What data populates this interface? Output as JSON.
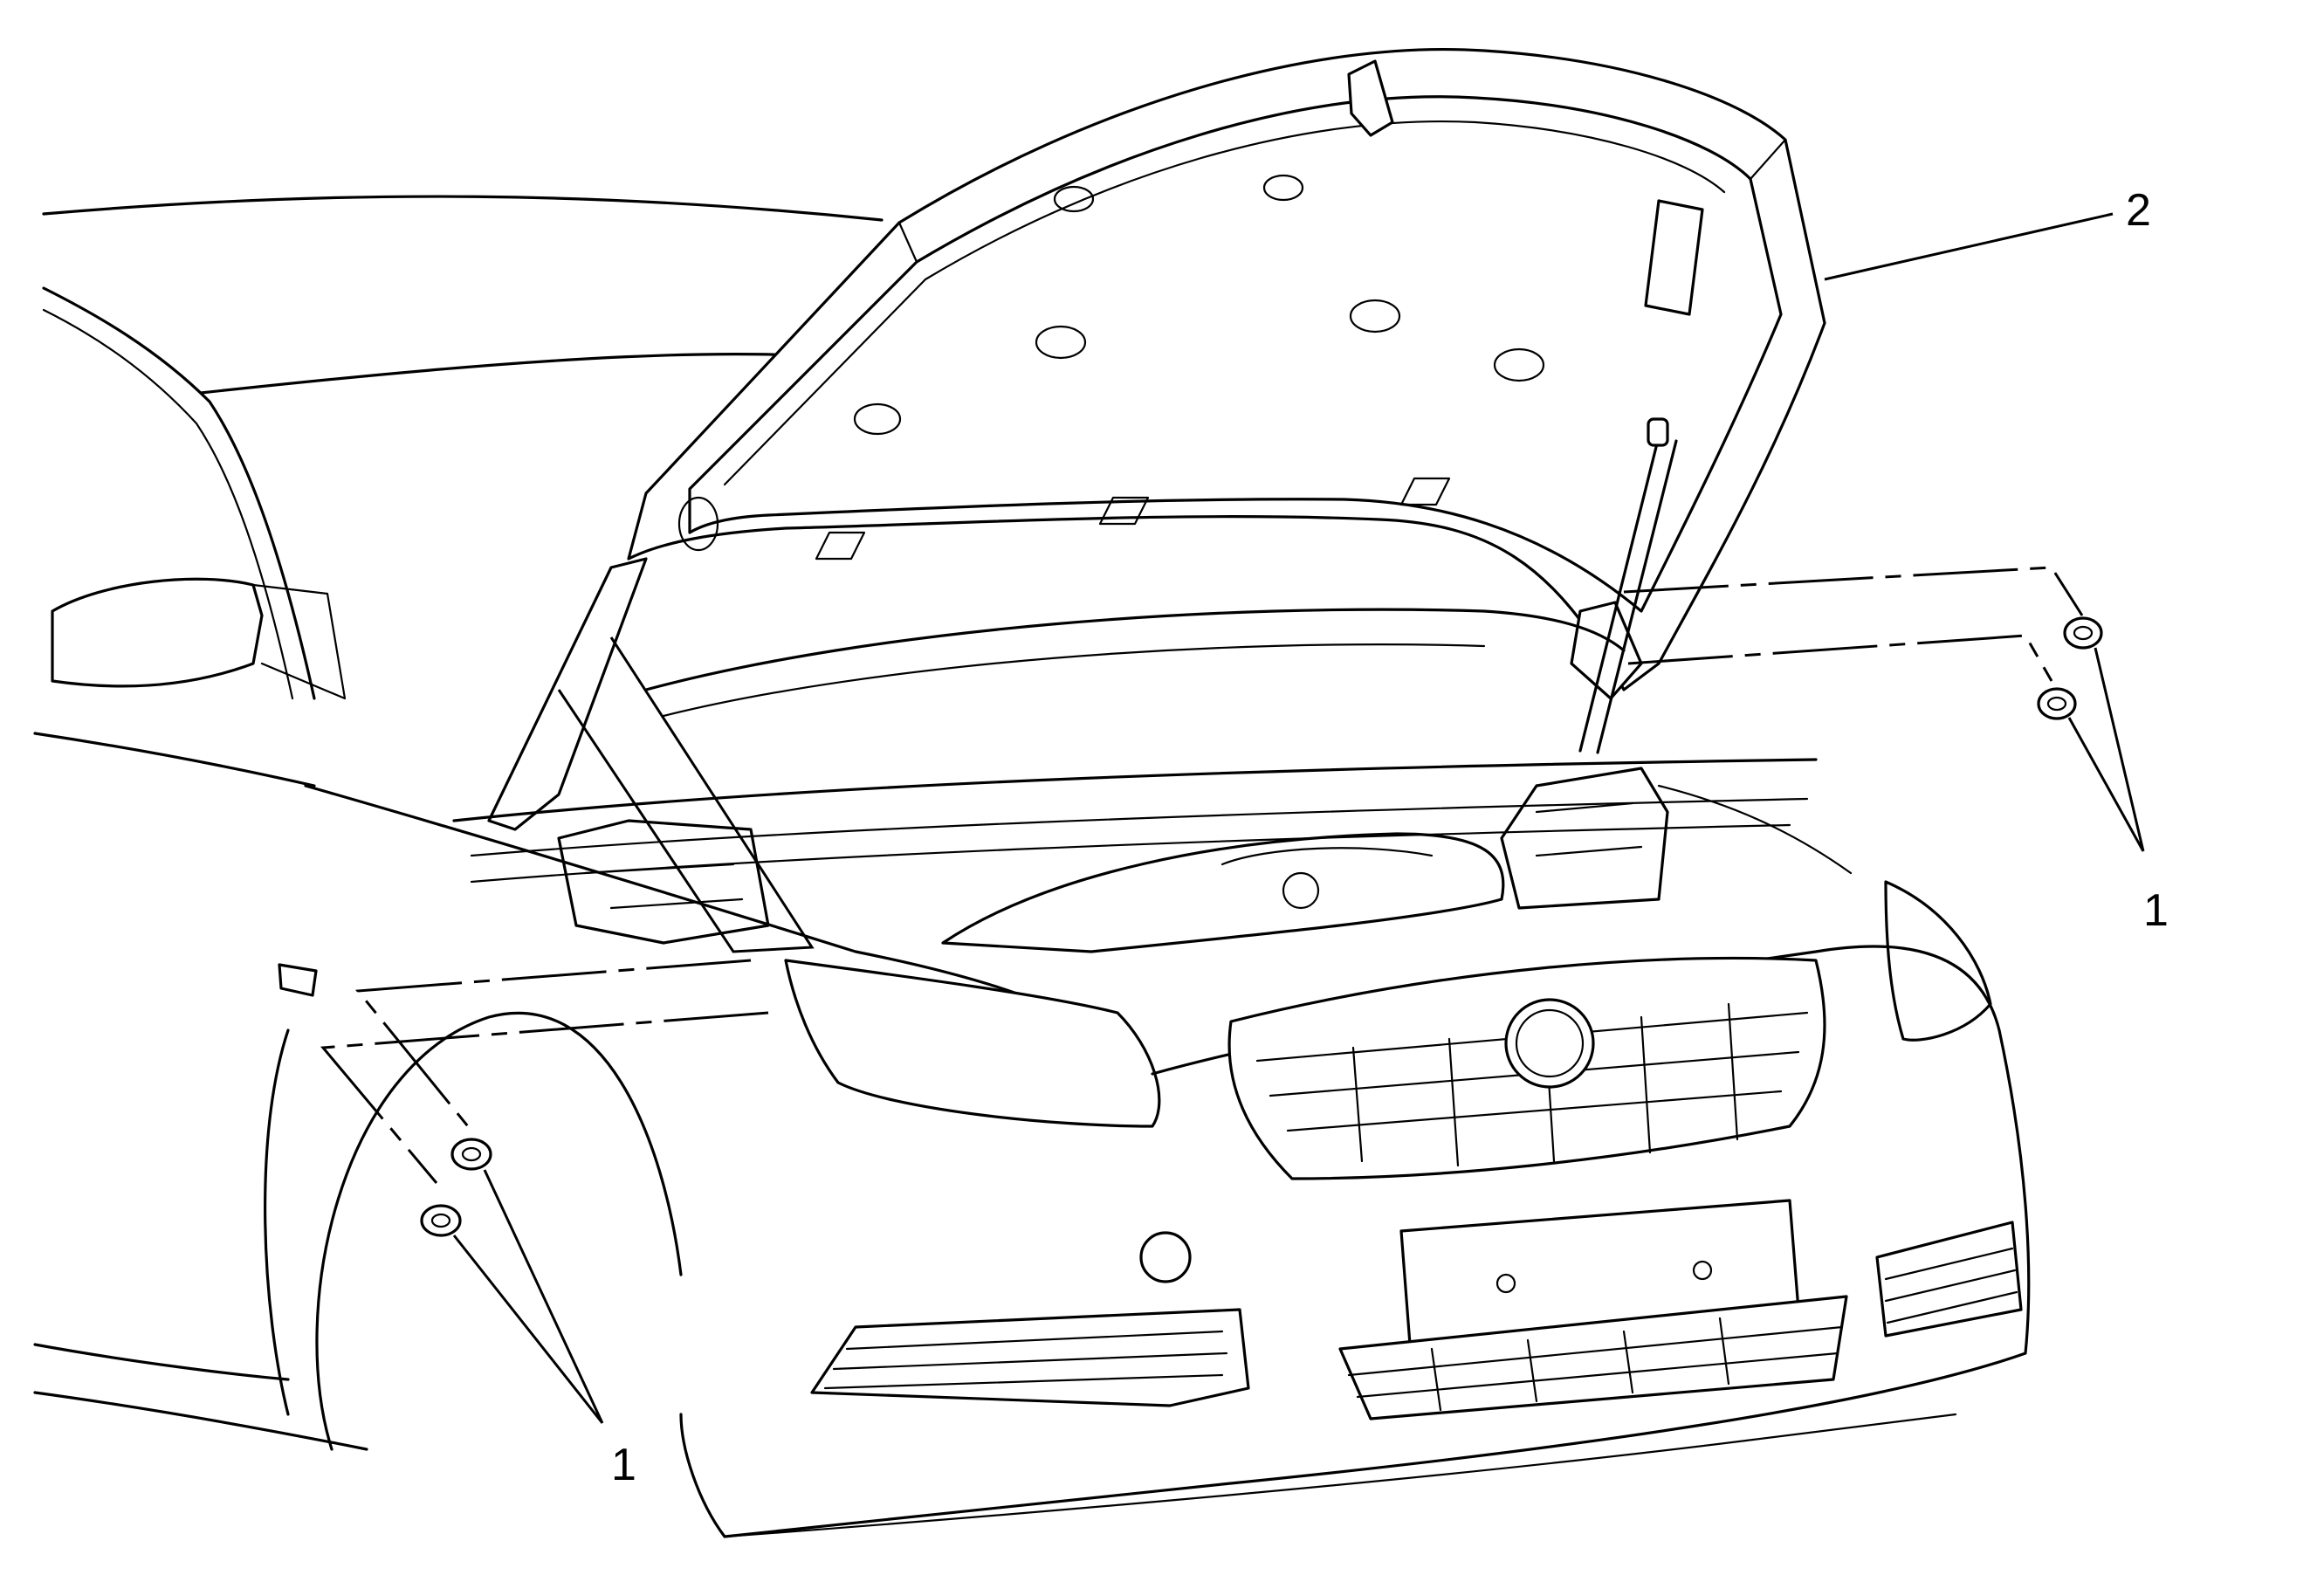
{
  "figure": {
    "callouts": [
      {
        "id": "nut-left",
        "label": "1"
      },
      {
        "id": "hood",
        "label": "2"
      },
      {
        "id": "nut-right",
        "label": "1"
      }
    ]
  }
}
